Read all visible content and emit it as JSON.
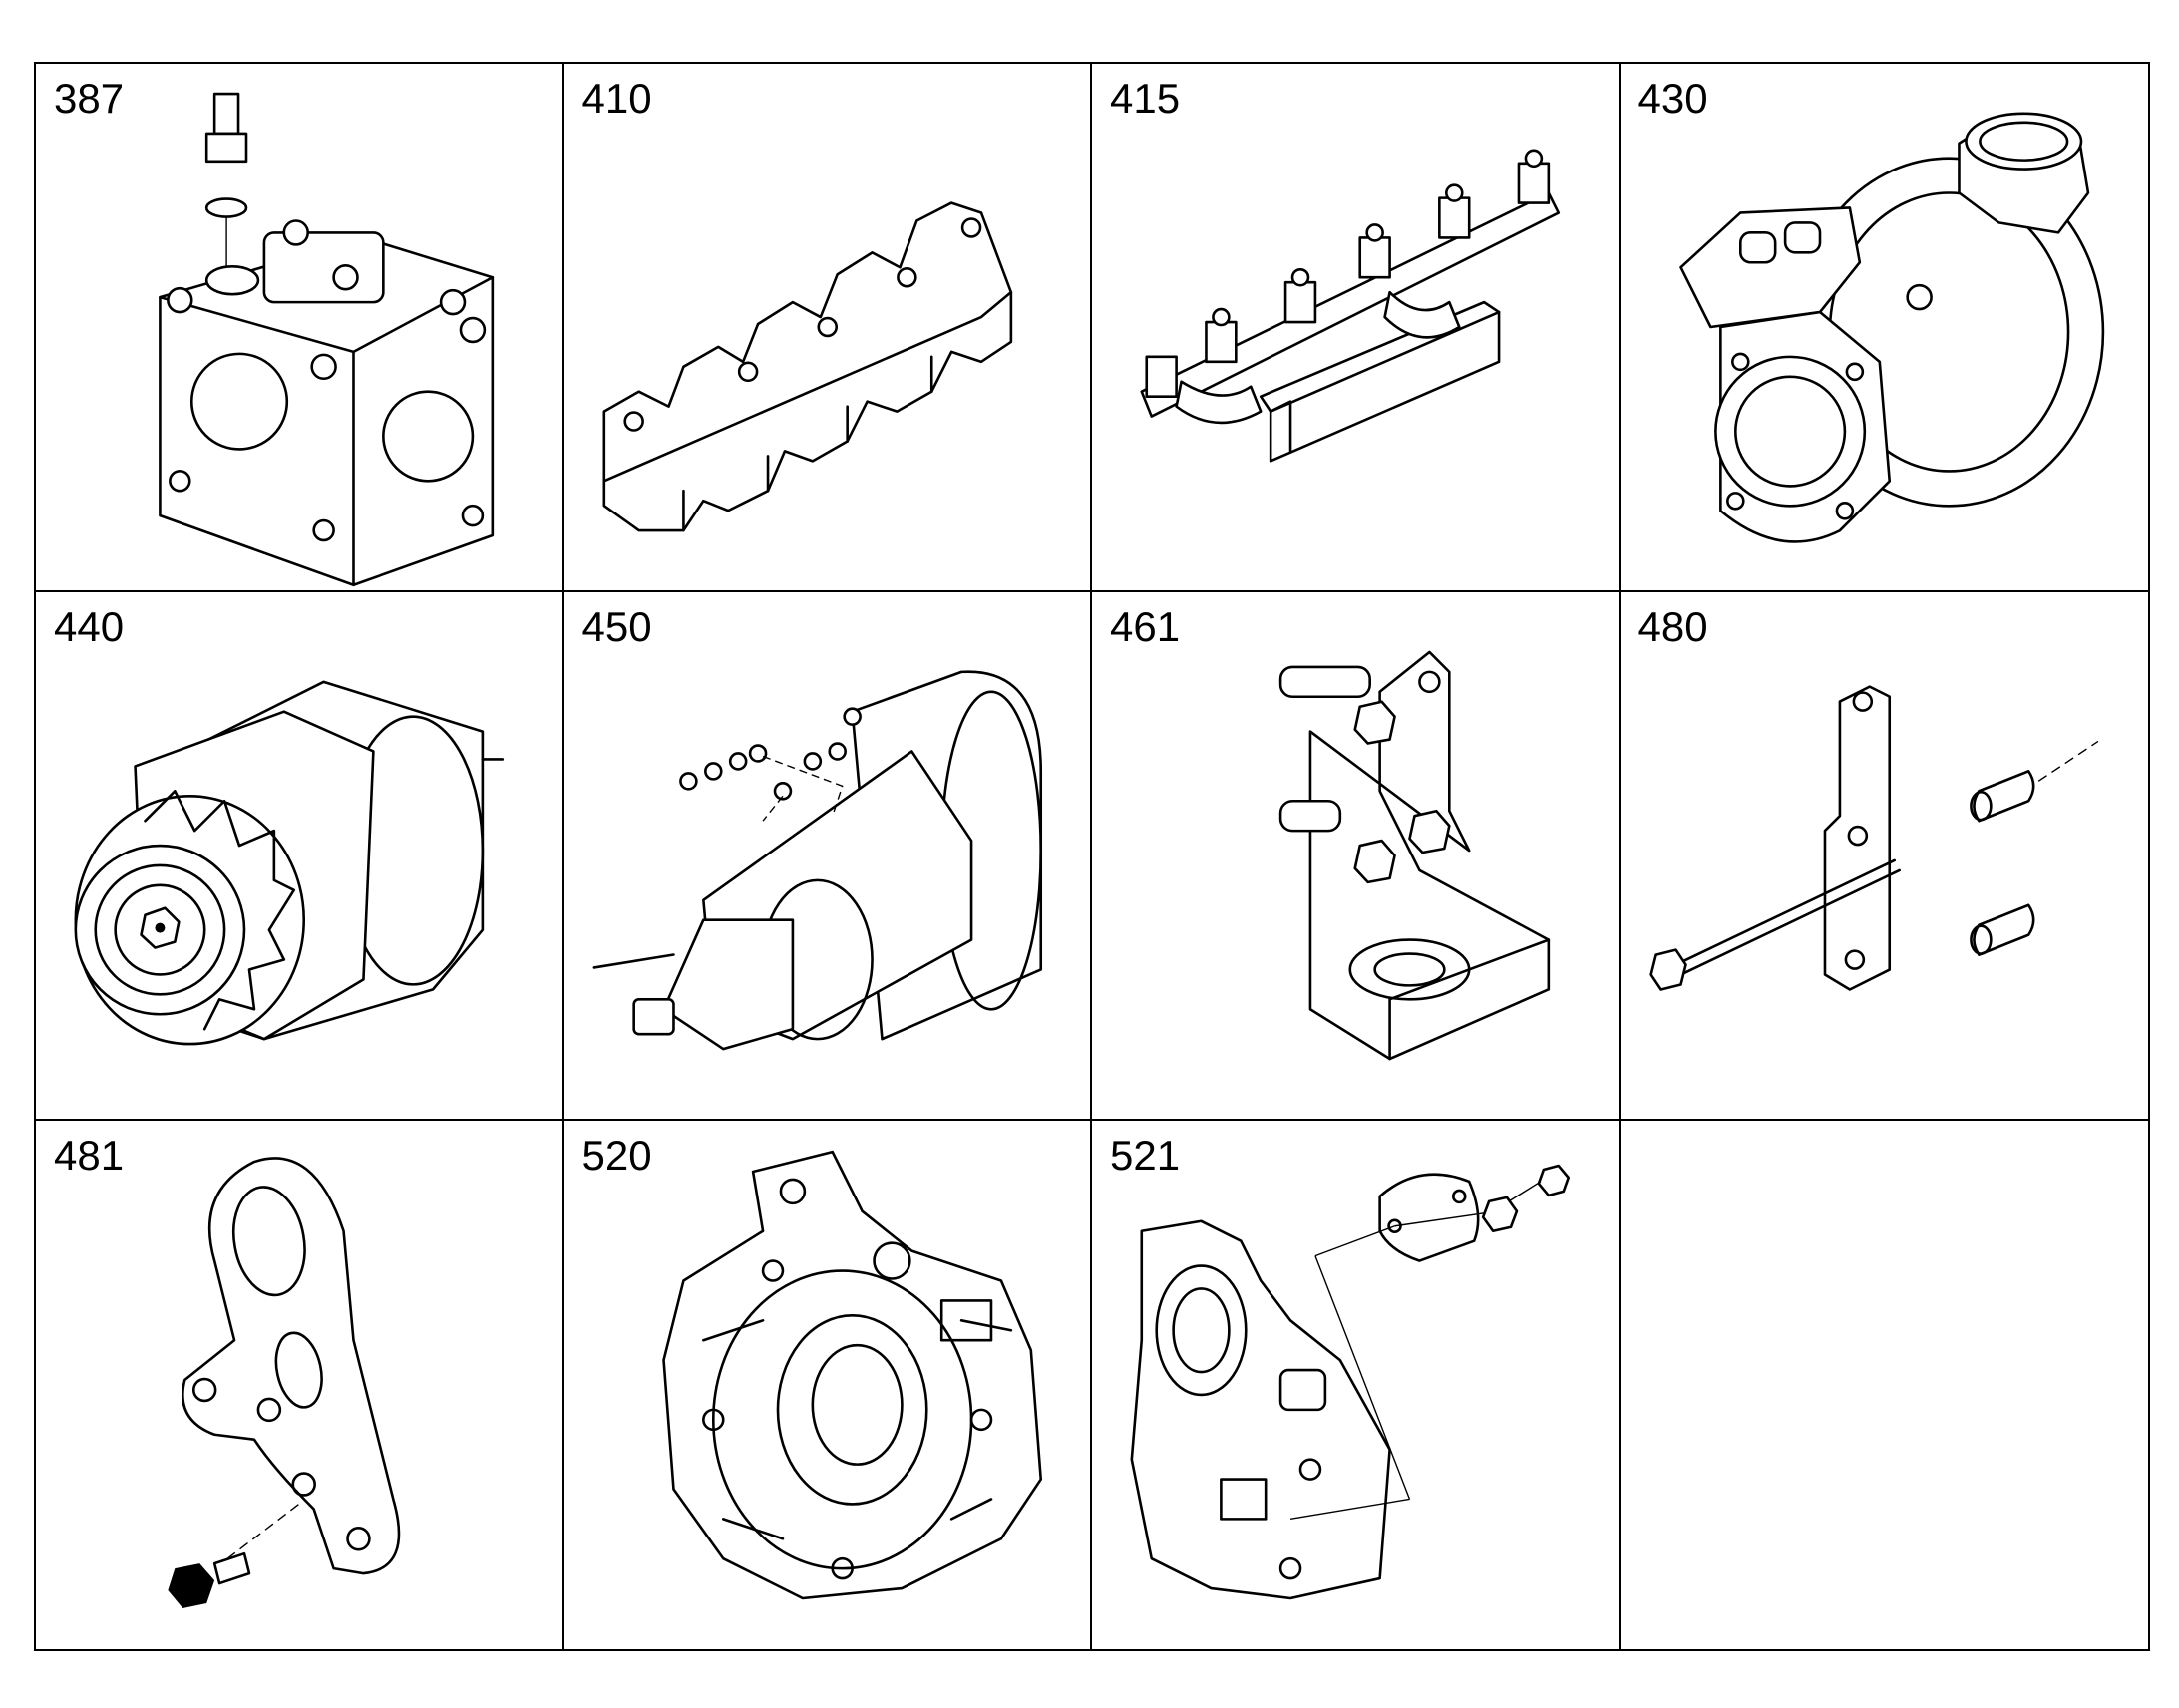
{
  "parts": [
    {
      "number": "387",
      "icon": "exhaust-brake-icon"
    },
    {
      "number": "410",
      "icon": "exhaust-manifold-icon"
    },
    {
      "number": "415",
      "icon": "exhaust-manifold-assembly-icon"
    },
    {
      "number": "430",
      "icon": "turbocharger-icon"
    },
    {
      "number": "440",
      "icon": "alternator-icon"
    },
    {
      "number": "450",
      "icon": "starter-motor-icon"
    },
    {
      "number": "461",
      "icon": "alternator-bracket-icon"
    },
    {
      "number": "480",
      "icon": "bracket-bolt-spacers-icon"
    },
    {
      "number": "481",
      "icon": "plate-bracket-icon"
    },
    {
      "number": "520",
      "icon": "flywheel-housing-icon"
    },
    {
      "number": "521",
      "icon": "cover-plate-icon"
    },
    {
      "number": "",
      "icon": ""
    }
  ]
}
